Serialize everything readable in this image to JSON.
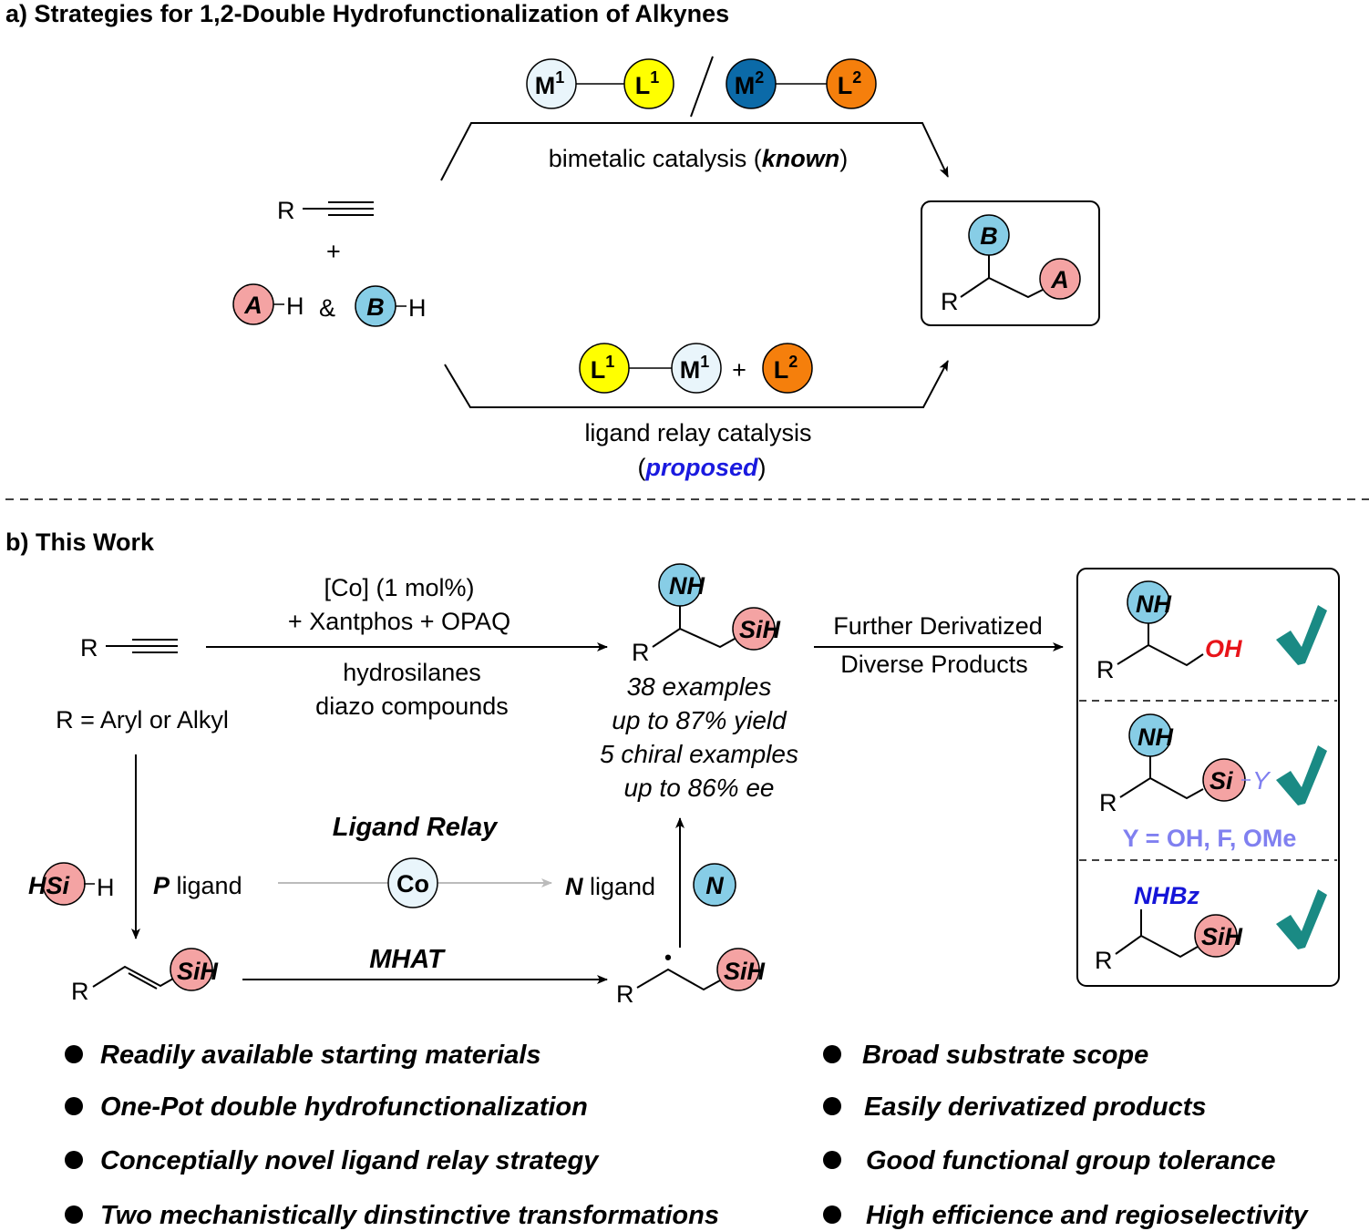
{
  "section_a": {
    "heading": "a) Strategies for 1,2-Double Hydrofunctionalization of Alkynes",
    "r": "R",
    "plus": "+",
    "a_label": "A",
    "b_label": "B",
    "h": "H",
    "ampersand": "&",
    "m1": "M",
    "l1": "L",
    "m2": "M",
    "l2": "L",
    "sup1": "1",
    "sup2": "2",
    "bimetallic_text": "bimetalic catalysis (",
    "bimetallic_known": "known",
    "paren_close": ")",
    "paren_open": "(",
    "relay_line1": "ligand relay catalysis",
    "relay_proposed": "proposed"
  },
  "section_b": {
    "heading": "b) This Work",
    "r": "R",
    "conditions_top_1": "[Co] (1 mol%)",
    "conditions_top_2": "+ Xantphos + OPAQ",
    "conditions_bottom_1": "hydrosilanes",
    "conditions_bottom_2": "diazo compounds",
    "r_definition": "R = Aryl or Alkyl",
    "nh": "NH",
    "sih": "SiH",
    "results": [
      "38 examples",
      "up to 87% yield",
      "5 chiral examples",
      "up to 86% ee"
    ],
    "derivatize_1": "Further Derivatized",
    "derivatize_2": "Diverse Products",
    "oh": "OH",
    "si": "Si",
    "y": "Y",
    "y_definition": "Y = OH, F, OMe",
    "nhbz": "NHBz",
    "hsi": "HSi",
    "h": "H",
    "p_ligand_p": "P",
    "p_ligand_text": " ligand",
    "ligand_relay": "Ligand Relay",
    "co": "Co",
    "n_ligand_n": "N",
    "n_ligand_text": " ligand",
    "n_circle": "N",
    "mhat": "MHAT",
    "radical_dot": "•"
  },
  "bullets_left": [
    "Readily available starting materials",
    "One-Pot double hydrofunctionalization",
    "Conceptially novel ligand relay strategy",
    "Two mechanistically dinstinctive transformations"
  ],
  "bullets_right": [
    "Broad substrate scope",
    "Easily derivatized products",
    "Good functional group tolerance",
    "High efficience and regioselectivity"
  ],
  "colors": {
    "pink": "#f4a3a3",
    "light_blue": "#87cde6",
    "pale_blue": "#e9f5fb",
    "yellow": "#ffff00",
    "dark_blue": "#0b6aa8",
    "orange": "#f57f0c",
    "check_teal": "#1a8a84",
    "proposed_blue": "#1a1adf",
    "oh_red": "#e8141a",
    "y_lavender": "#8080f0",
    "nhbz_blue": "#1515d8",
    "gray_arrow": "#bbbbbb"
  }
}
